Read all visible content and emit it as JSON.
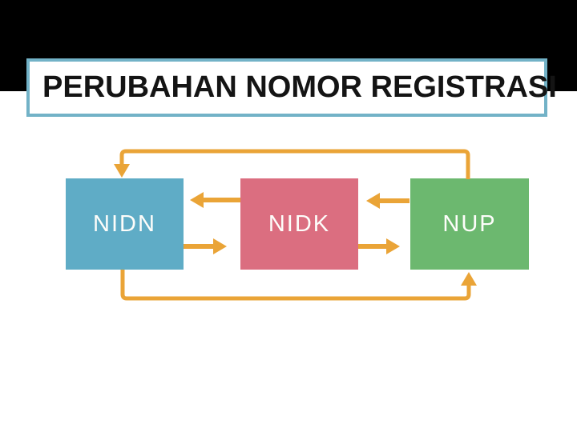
{
  "slide": {
    "title": "PERUBAHAN NOMOR REGISTRASI"
  },
  "diagram": {
    "nodes": [
      {
        "id": "nidn",
        "label": "NIDN",
        "color": "#5FACC6"
      },
      {
        "id": "nidk",
        "label": "NIDK",
        "color": "#DB6E80"
      },
      {
        "id": "nup",
        "label": "NUP",
        "color": "#6CB86F"
      }
    ],
    "arrow_color": "#EAA437",
    "connections": [
      {
        "from": "nup",
        "to": "nidn",
        "via": "top-loop"
      },
      {
        "from": "nidk",
        "to": "nidn",
        "via": "direct"
      },
      {
        "from": "nidn",
        "to": "nidk",
        "via": "direct"
      },
      {
        "from": "nup",
        "to": "nidk",
        "via": "direct"
      },
      {
        "from": "nidk",
        "to": "nup",
        "via": "direct"
      },
      {
        "from": "nidn",
        "to": "nup",
        "via": "bottom-loop"
      }
    ]
  },
  "colors": {
    "top_bar": "#000000",
    "title_border": "#72B2C7",
    "title_text": "#141414",
    "background": "#FFFFFF",
    "node_label_text": "#FDFDFA"
  }
}
